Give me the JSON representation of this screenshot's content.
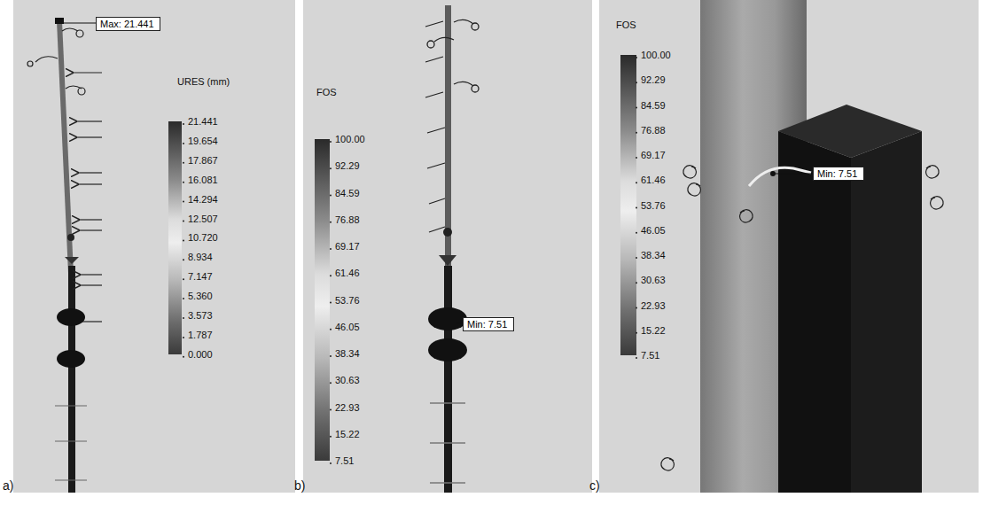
{
  "diagram": {
    "nodes": [
      {
        "text": [
          "Max: 21.441"
        ]
      },
      {
        "text": [
          "Min: 7.51"
        ]
      },
      {
        "text": [
          "Min: 7.51"
        ]
      }
    ],
    "labels": [
      "a)",
      "URES (mm)",
      "21.441",
      "19.654",
      "17.867",
      "16.081",
      "14.294",
      "12.507",
      "10.720",
      "8.934",
      "7.147",
      "5.360",
      "3.573",
      "1.787",
      "0.000",
      "b)",
      "FOS",
      "100.00",
      "92.29",
      "84.59",
      "76.88",
      "69.17",
      "61.46",
      "53.76",
      "46.05",
      "38.34",
      "30.63",
      "22.93",
      "15.22",
      "7.51",
      "c)",
      "FOS",
      "100.00",
      "92.29",
      "84.59",
      "76.88",
      "69.17",
      "61.46",
      "53.76",
      "46.05",
      "38.34",
      "30.63",
      "22.93",
      "15.22",
      "7.51"
    ]
  }
}
